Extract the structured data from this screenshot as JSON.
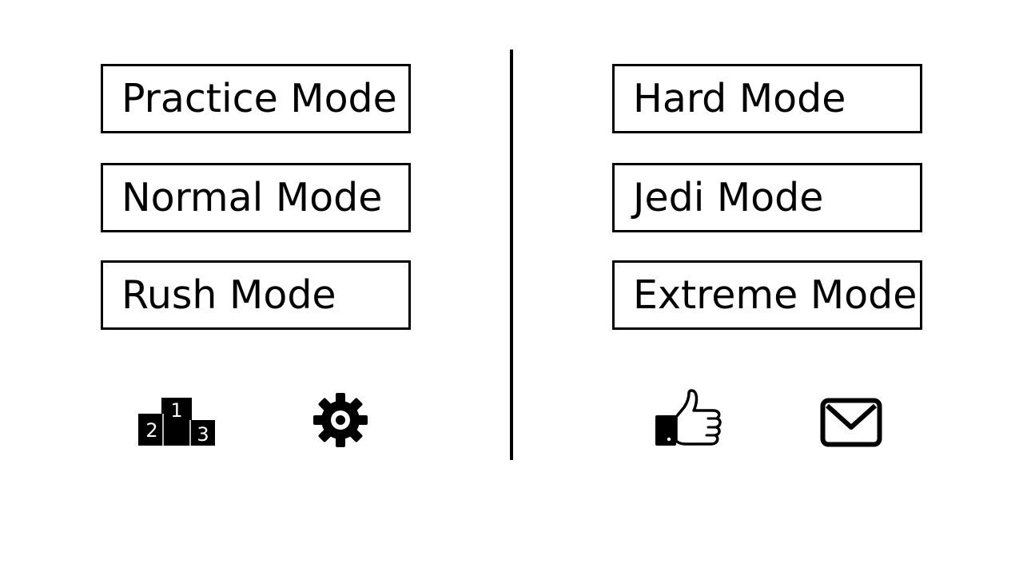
{
  "modes": {
    "practice": "Practice Mode",
    "normal": "Normal Mode",
    "rush": "Rush Mode",
    "hard": "Hard Mode",
    "jedi": "Jedi Mode",
    "extreme": "Extreme Mode"
  },
  "leaderboard": {
    "icon": "podium-icon",
    "first": "1",
    "second": "2",
    "third": "3"
  },
  "icons": {
    "settings": "gear-icon",
    "like": "thumbs-up-icon",
    "mail": "envelope-icon"
  },
  "colors": {
    "foreground": "#000000",
    "background": "#ffffff"
  }
}
